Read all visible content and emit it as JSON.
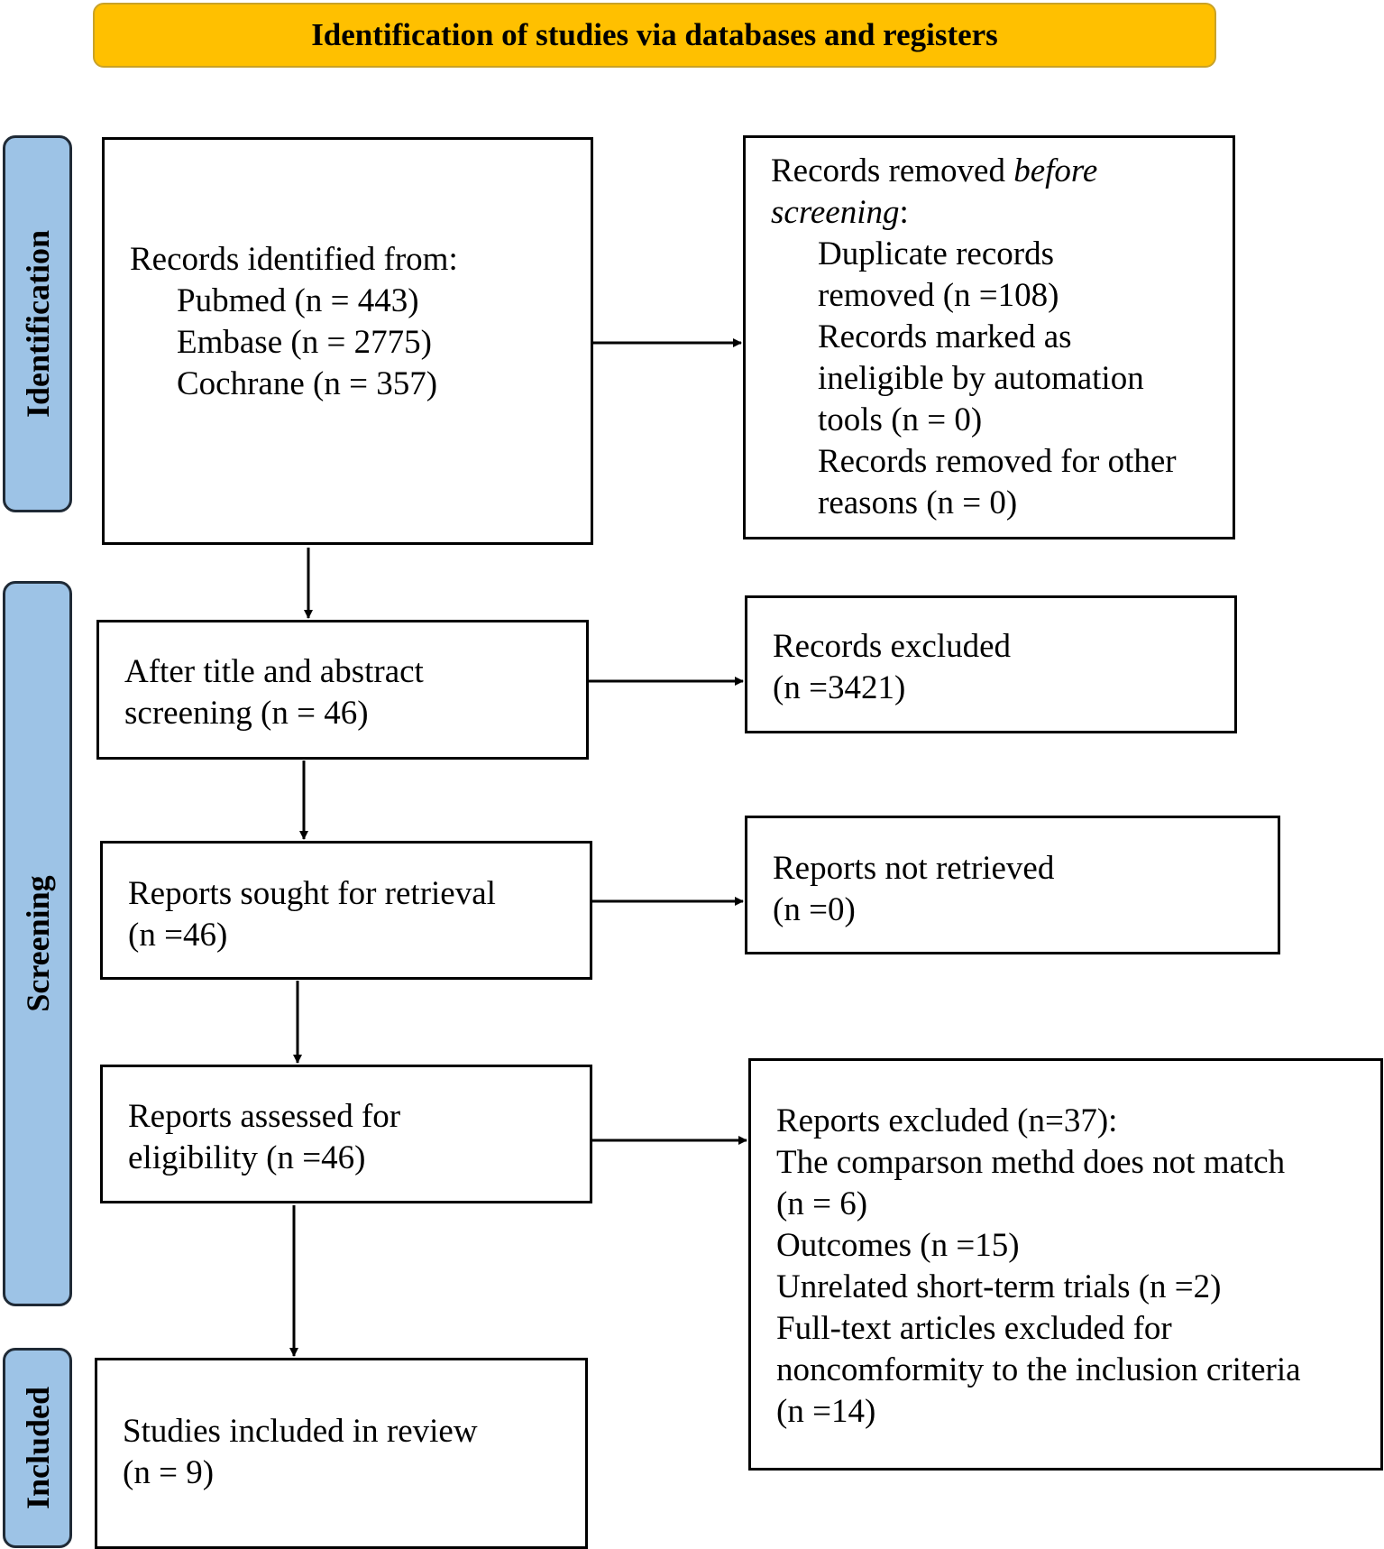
{
  "header": {
    "title": "Identification of studies via databases and registers"
  },
  "phases": {
    "identification": "Identification",
    "screening": "Screening",
    "included": "Included"
  },
  "boxes": {
    "records_identified": {
      "title": "Records identified from:",
      "sources": [
        "Pubmed (n = 443)",
        "Embase (n = 2775)",
        "Cochrane (n = 357)"
      ]
    },
    "records_removed": {
      "title_prefix": "Records removed ",
      "title_italic_1": "before",
      "title_italic_2": "screening",
      "title_suffix": ":",
      "items": [
        "Duplicate records",
        "removed (n =108)",
        "Records marked as",
        "ineligible by automation",
        "tools (n = 0)",
        "Records removed for other",
        "reasons (n = 0)"
      ]
    },
    "after_screening": {
      "lines": [
        "After title and abstract",
        "screening (n = 46)"
      ]
    },
    "records_excluded": {
      "lines": [
        "Records excluded",
        "(n =3421)"
      ]
    },
    "reports_sought": {
      "lines": [
        "Reports sought for retrieval",
        "(n =46)"
      ]
    },
    "reports_not_retrieved": {
      "lines": [
        "Reports not retrieved",
        "(n =0)"
      ]
    },
    "reports_assessed": {
      "lines": [
        "Reports assessed for",
        "eligibility (n =46)"
      ]
    },
    "reports_excluded": {
      "lines": [
        "Reports excluded (n=37):",
        "The comparson methd does not match",
        "(n = 6)",
        "Outcomes (n =15)",
        "Unrelated short-term trials (n =2)",
        "Full-text articles excluded for",
        "noncomformity to the inclusion criteria",
        "(n =14)"
      ]
    },
    "studies_included": {
      "lines": [
        "Studies included in review",
        "(n = 9)"
      ]
    }
  }
}
